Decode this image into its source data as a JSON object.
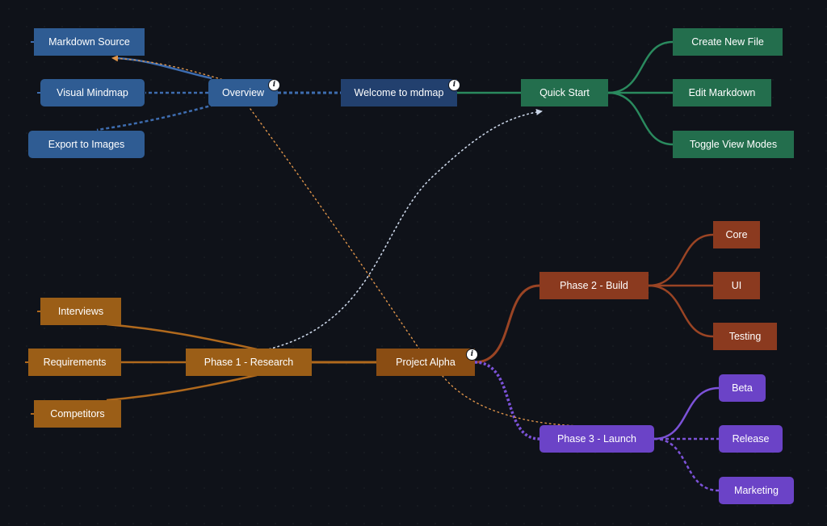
{
  "colors": {
    "blue_root": "#22406e",
    "blue_node": "#2f5c93",
    "blue_link": "#3e6db0",
    "green_node": "#236e4d",
    "green_link": "#2a8a5e",
    "orange_root": "#8a4d13",
    "orange_node": "#9b5e17",
    "orange_link": "#b0691d",
    "rust_node": "#8b3a1f",
    "rust_link": "#9a4424",
    "purple_node": "#6b43c7",
    "purple_link": "#7c52d8",
    "link_dotted_light": "#c9d4e6",
    "link_dotted_orange": "#e0954a"
  },
  "icons": {
    "info": "info-icon"
  },
  "nodes": {
    "markdown_source": "Markdown Source",
    "visual_mindmap": "Visual Mindmap",
    "export_images": "Export to Images",
    "overview": "Overview",
    "welcome": "Welcome to mdmap",
    "quick_start": "Quick Start",
    "create_file": "Create New File",
    "edit_markdown": "Edit Markdown",
    "toggle_view": "Toggle View Modes",
    "interviews": "Interviews",
    "requirements": "Requirements",
    "competitors": "Competitors",
    "phase1": "Phase 1 - Research",
    "project_alpha": "Project Alpha",
    "phase2": "Phase 2 - Build",
    "core": "Core",
    "ui": "UI",
    "testing": "Testing",
    "phase3": "Phase 3 - Launch",
    "beta": "Beta",
    "release": "Release",
    "marketing": "Marketing"
  },
  "info_badge": "i"
}
